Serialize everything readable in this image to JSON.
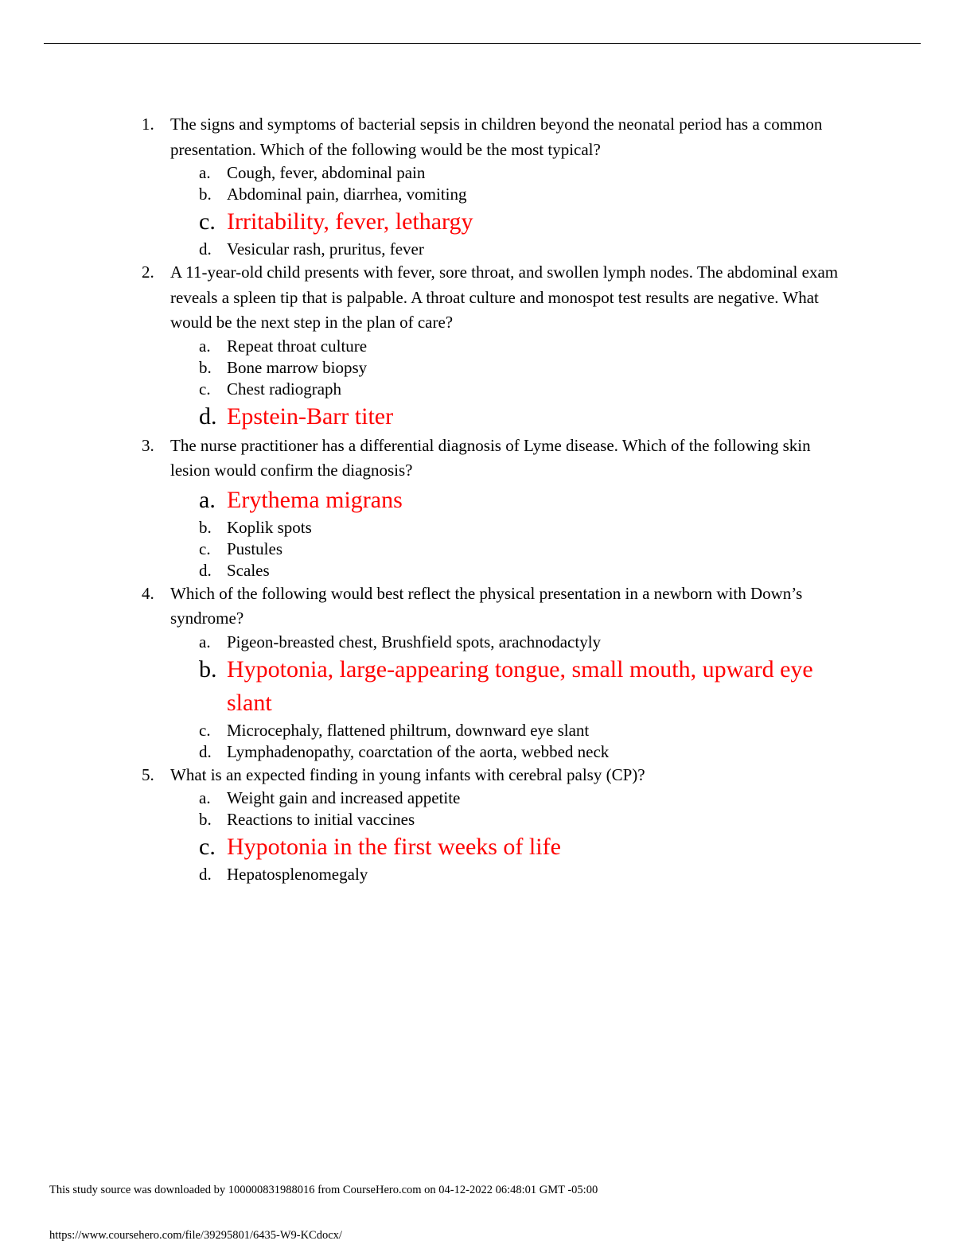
{
  "questions": [
    {
      "number": "1.",
      "text": "The signs and symptoms of bacterial sepsis in children beyond the neonatal period has a common presentation. Which of the following would be the most typical?",
      "options": [
        {
          "letter": "a.",
          "text": "Cough, fever, abdominal pain"
        },
        {
          "letter": "b.",
          "text": "Abdominal pain, diarrhea, vomiting"
        },
        {
          "letter": "c.",
          "text": "Irritability, fever, lethargy"
        },
        {
          "letter": "d.",
          "text": "Vesicular rash, pruritus, fever"
        }
      ]
    },
    {
      "number": "2.",
      "text": "A 11-year-old child presents with fever, sore throat, and swollen lymph nodes. The abdominal exam reveals a spleen tip that is palpable. A throat culture and monospot test results are negative. What would be the next step in the plan of care?",
      "options": [
        {
          "letter": "a.",
          "text": "Repeat throat culture"
        },
        {
          "letter": "b.",
          "text": "Bone marrow biopsy"
        },
        {
          "letter": "c.",
          "text": "Chest radiograph"
        },
        {
          "letter": "d.",
          "text": "Epstein-Barr titer"
        }
      ]
    },
    {
      "number": "3.",
      "text": "The nurse practitioner has a differential diagnosis of Lyme disease. Which of the following skin lesion would confirm the diagnosis?",
      "options": [
        {
          "letter": "a.",
          "text": "Erythema migrans"
        },
        {
          "letter": "b.",
          "text": "Koplik spots"
        },
        {
          "letter": "c.",
          "text": "Pustules"
        },
        {
          "letter": "d.",
          "text": "Scales"
        }
      ]
    },
    {
      "number": "4.",
      "text": "Which of the following would best reflect the physical presentation in a newborn with Down’s syndrome?",
      "options": [
        {
          "letter": "a.",
          "text": "Pigeon-breasted chest, Brushfield spots, arachnodactyly"
        },
        {
          "letter": "b.",
          "text": "Hypotonia, large-appearing tongue, small mouth, upward eye slant"
        },
        {
          "letter": "c.",
          "text": "Microcephaly, flattened philtrum, downward eye slant"
        },
        {
          "letter": "d.",
          "text": "Lymphadenopathy, coarctation of the aorta, webbed neck"
        }
      ]
    },
    {
      "number": "5.",
      "text": "What is an expected finding in young infants with cerebral palsy (CP)?",
      "options": [
        {
          "letter": "a.",
          "text": "Weight gain and increased appetite"
        },
        {
          "letter": "b.",
          "text": "Reactions to initial vaccines"
        },
        {
          "letter": "c.",
          "text": "Hypotonia in the first weeks of life"
        },
        {
          "letter": "d.",
          "text": "Hepatosplenomegaly"
        }
      ]
    }
  ],
  "highlight_color": "#ff0000",
  "footer": {
    "source_line": "This study source was downloaded by 100000831988016 from CourseHero.com on 04-12-2022 06:48:01 GMT -05:00",
    "url": "https://www.coursehero.com/file/39295801/6435-W9-KCdocx/"
  }
}
